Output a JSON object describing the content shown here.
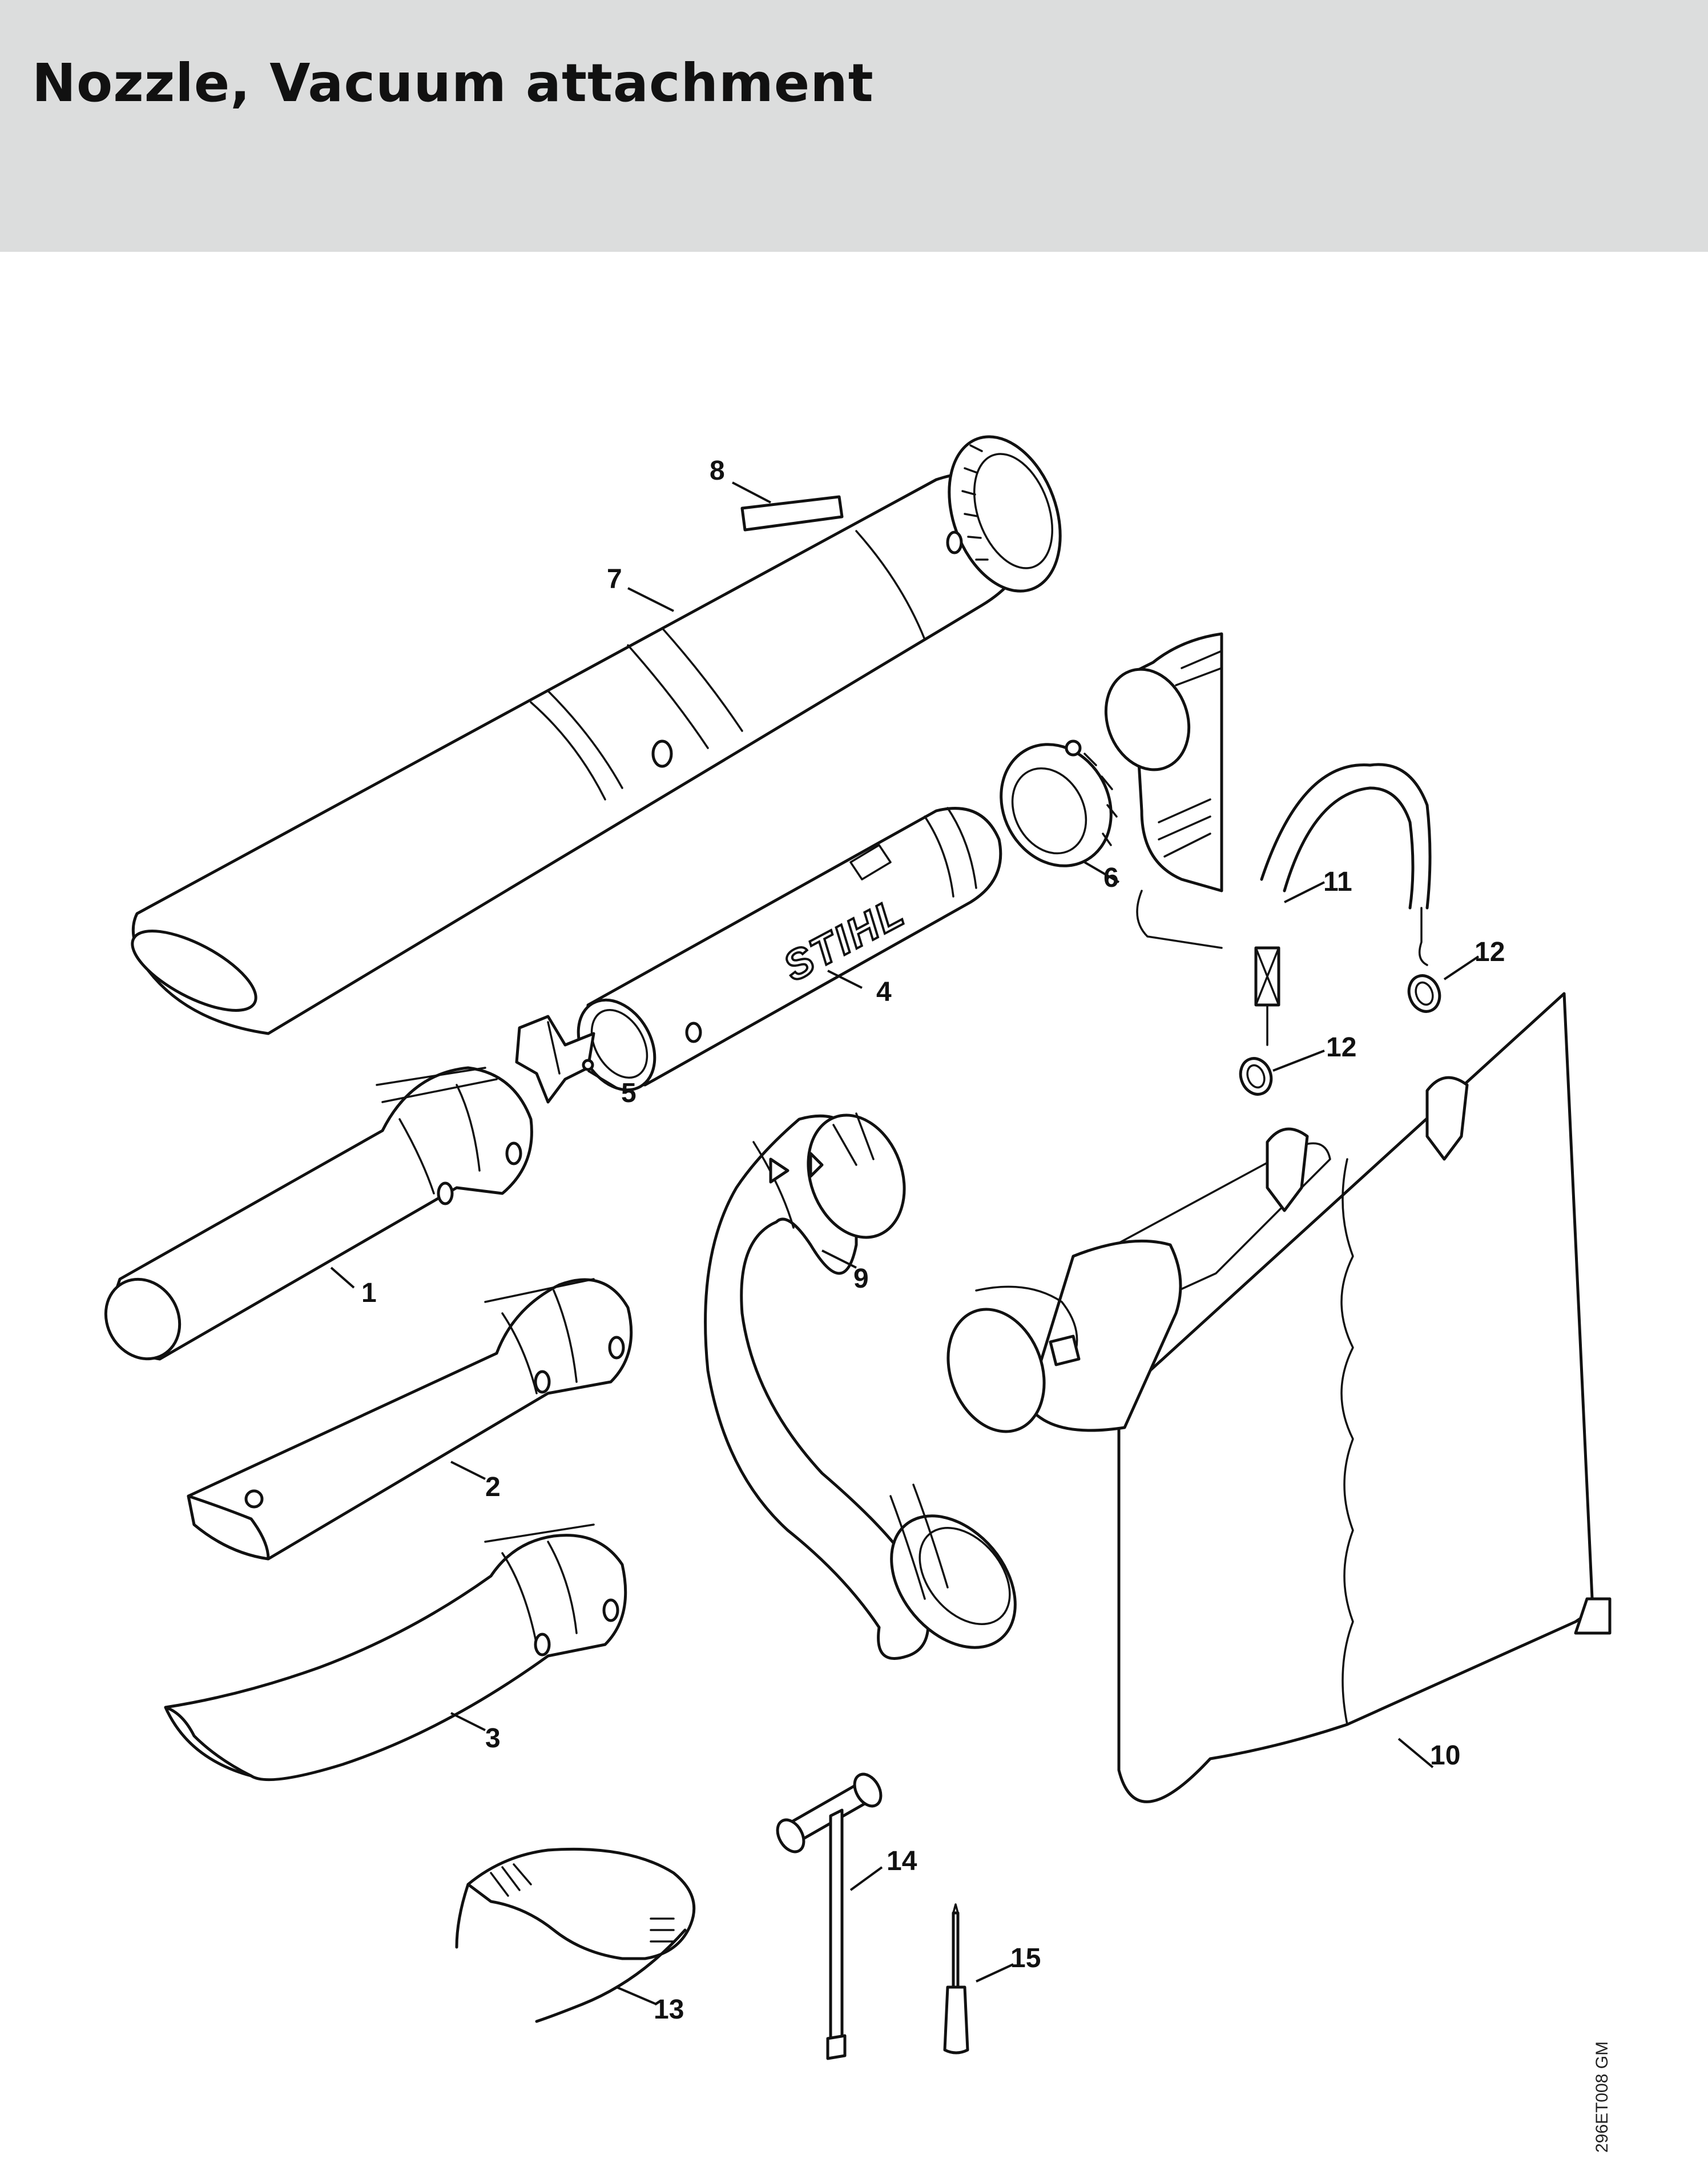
{
  "header": {
    "title": "Nozzle, Vacuum attachment"
  },
  "diagram": {
    "callouts": {
      "c1": "1",
      "c2": "2",
      "c3": "3",
      "c4": "4",
      "c5": "5",
      "c6": "6",
      "c7": "7",
      "c8": "8",
      "c9": "9",
      "c10": "10",
      "c11": "11",
      "c12a": "12",
      "c12b": "12",
      "c13": "13",
      "c14": "14",
      "c15": "15"
    },
    "brand_mark": "STIHL",
    "drawing_id": "296ET008 GM"
  }
}
